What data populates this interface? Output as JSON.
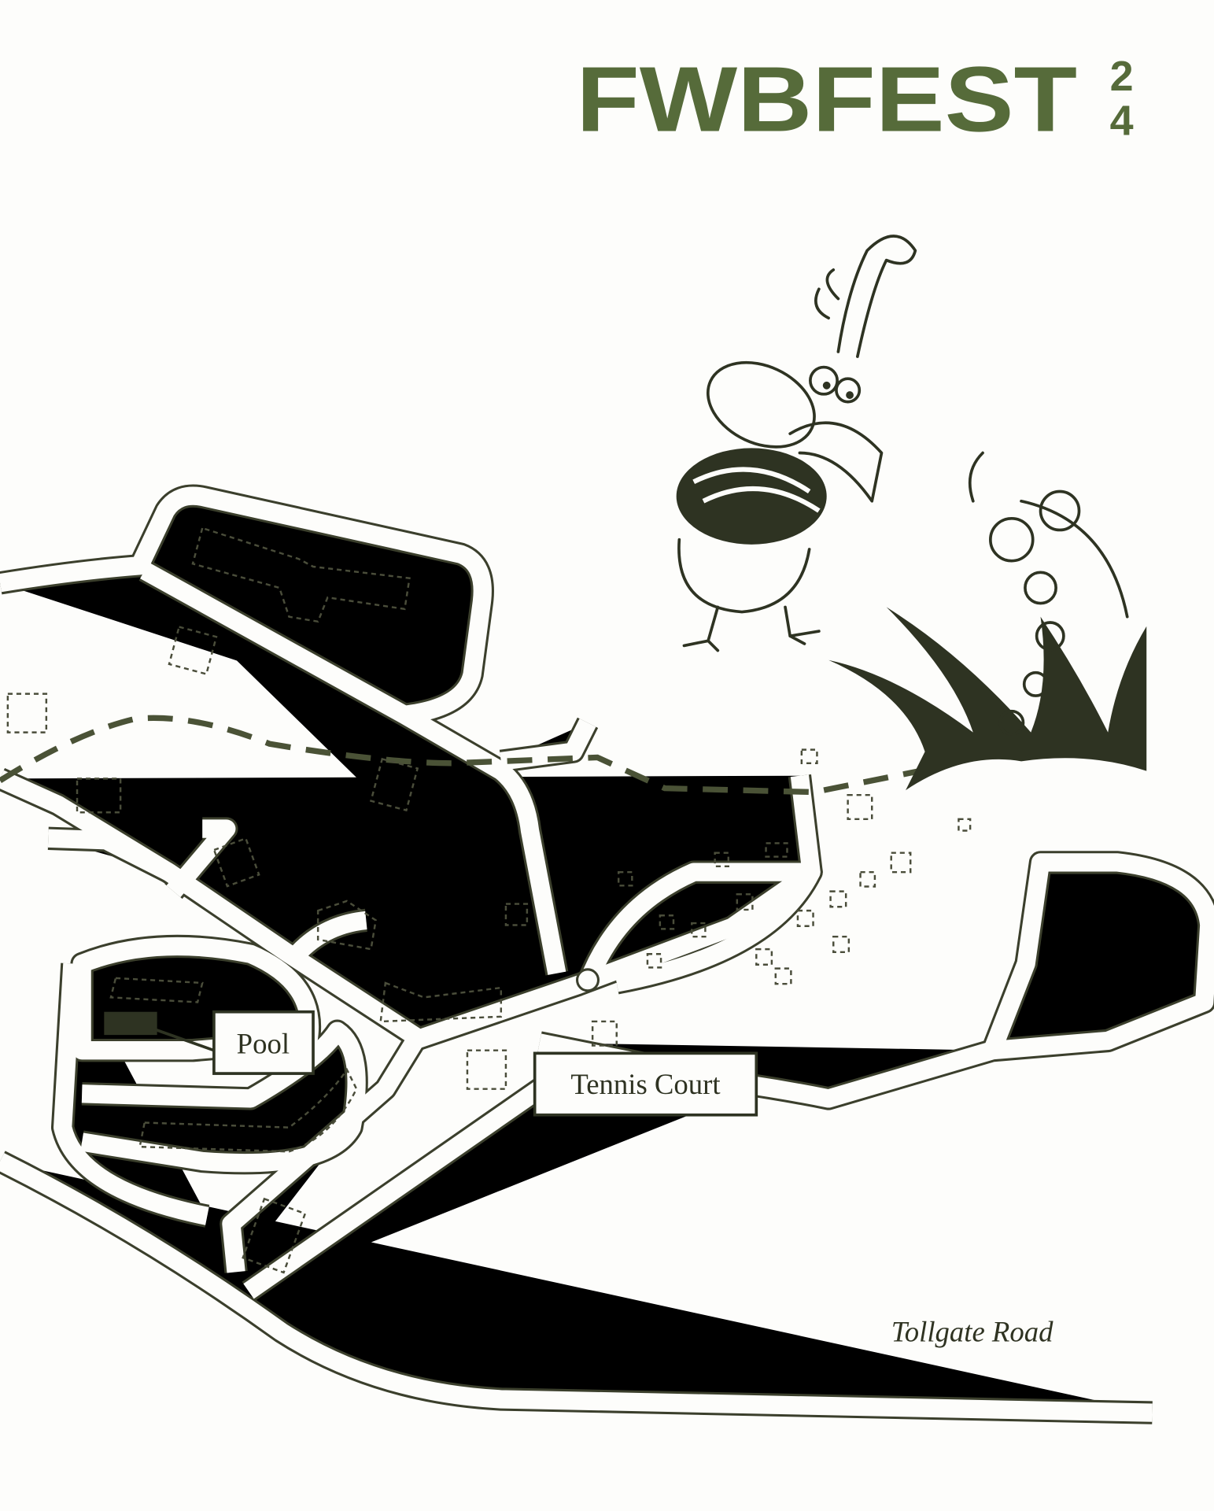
{
  "logo": {
    "text": "FWBFEST",
    "superscript_top": "2",
    "superscript_bottom": "4",
    "color": "#566b3a"
  },
  "labels": {
    "pool": "Pool",
    "tennis_court": "Tennis Court",
    "road": "Tollgate Road"
  },
  "colors": {
    "ink": "#3b3f2c",
    "paper": "#fdfdfb",
    "trail": "#4a5236"
  }
}
